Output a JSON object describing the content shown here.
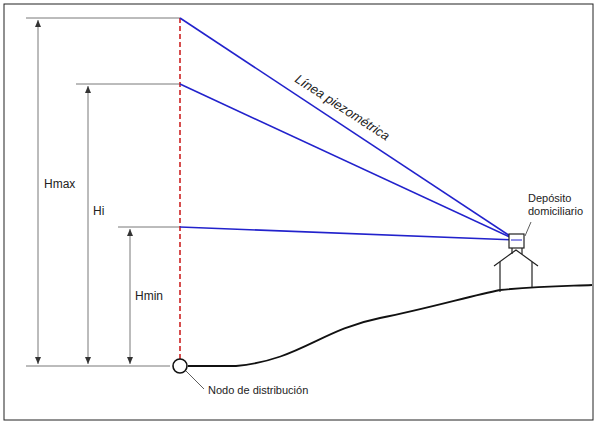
{
  "diagram": {
    "labels": [
      "Línea piezométrica",
      "Hmax",
      "Hi",
      "Hmin",
      "Depósito domiciliario",
      "Nodo de distribución"
    ]
  }
}
